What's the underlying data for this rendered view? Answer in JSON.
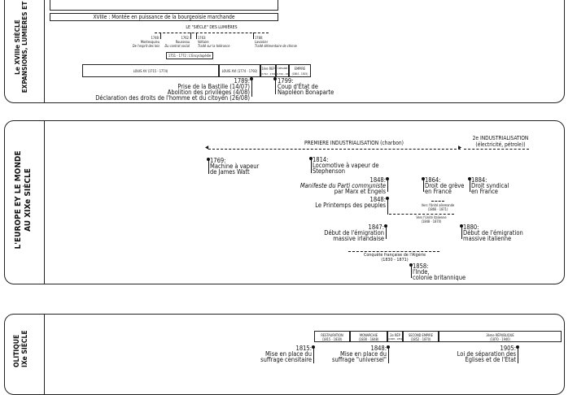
{
  "top": {
    "side_title": "Le XVIIIe SIÈCLE",
    "side_subtitle": "EXPANSIONS, LUMIÈRES ET",
    "banner": "XVIIIe : Montée en puissance de la bourgeoisie marchande",
    "lumieres_title": "LE \"SIÈCLE\" DES LUMIÈRES",
    "works": [
      {
        "year": "1748:",
        "author": "Montesquieu",
        "title": "De l'esprit des lois"
      },
      {
        "year": "1762:",
        "author": "Rousseau",
        "title": "Du contrat social"
      },
      {
        "year": "1763:",
        "author": "Voltaire",
        "title": "Traité sur la tolérance"
      },
      {
        "year": "1780:",
        "author": "Lavoisier",
        "title": "Traité élémentaire de chimie"
      }
    ],
    "encyclopedie": "1751 - 1772 : L'Encyclopédie",
    "regimes": {
      "louis15": "LOUIS XV (1715 - 1774)",
      "louis16": "LOUIS XVI (1774 - 1792)",
      "republic_label": "1ère REP",
      "republic_dates": "(1792 - 1799)",
      "consulat_label": "Consulat",
      "consulat_dates": "(1799 - 1804)",
      "empire_label": "EMPIRE",
      "empire_dates": "(1804 - 1815)"
    },
    "event_1789": {
      "year": "1789:",
      "lines": [
        "Prise de la Bastille (14/07)",
        "Abolition des privilèges (4/08)",
        "Déclaration des droits de l'homme et du citoyen (26/08)"
      ]
    },
    "event_1799": {
      "year": "1799:",
      "lines": [
        "Coup d'État de",
        "Napoléon Bonaparte"
      ]
    }
  },
  "middle": {
    "side_line1": "L'EUROPE EY LE MONDE",
    "side_line2": "AU XIXe SIÈCLE",
    "first_industrialisation": "PREMIERE INDUSTRIALISATION (charbon)",
    "second_industrialisation_1": "2e INDUSTRIALISATION",
    "second_industrialisation_2": "(électricité, pétrole))",
    "events": {
      "e1769": {
        "year": "1769:",
        "l1": "Machine à vapeur",
        "l2": "de James Watt"
      },
      "e1814": {
        "year": "1814:",
        "l1": "Locomotive à vapeur de",
        "l2": "Stephenson"
      },
      "e1848a": {
        "year": "1848:",
        "l1": "Manifeste du Parti communiste",
        "l2": "par Marx et Engels"
      },
      "e1864": {
        "year": "1864:",
        "l1": "Droit de grève",
        "l2": "en France"
      },
      "e1884": {
        "year": "1884:",
        "l1": "Droit syndical",
        "l2": "en France"
      },
      "e1848b": {
        "year": "1848:",
        "l1": "Le Printemps des peuples"
      },
      "unite_allemande": {
        "l1": "Vers l'Unité allemande",
        "l2": "(1866 - 1871)"
      },
      "unite_italienne": {
        "l1": "Vers l'Unité italienne",
        "l2": "(1848 - 1870)"
      },
      "e1847": {
        "year": "1847:",
        "l1": "Début de l'émigration",
        "l2": "massive irlandaise"
      },
      "e1880": {
        "year": "1880:",
        "l1": "Début de l'émigration",
        "l2": "massive italienne"
      },
      "algerie": {
        "l1": "Conquête française de l'Algérie",
        "l2": "(1830 - 1871)"
      },
      "e1858": {
        "year": "1858:",
        "l1": "l'Inde,",
        "l2": "colonie britannique"
      }
    }
  },
  "bottom": {
    "side_line1": "OLITIQUE",
    "side_line2": "IXe SIÈCLE",
    "regimes": [
      {
        "name": "RESTAURATION",
        "dates": "(1815 - 1830)"
      },
      {
        "name": "MONARCHIE",
        "dates": "(1830 - 1848)"
      },
      {
        "name": "2e RÉP",
        "dates": "(1848 - 1852)"
      },
      {
        "name": "SECOND EMPIRE",
        "dates": "(1852 - 1870)"
      },
      {
        "name": "3ème RÉPUBLIQUE",
        "dates": "(1870 - 1940)"
      }
    ],
    "e1815": {
      "year": "1815:",
      "l1": "Mise en place du",
      "l2": "suffrage censitaire"
    },
    "e1848": {
      "year": "1848:",
      "l1": "Mise en place du",
      "l2": "suffrage \"universel\""
    },
    "e1905": {
      "year": "1905:",
      "l1": "Loi de séparation des",
      "l2": "Églises et de l'État"
    }
  }
}
